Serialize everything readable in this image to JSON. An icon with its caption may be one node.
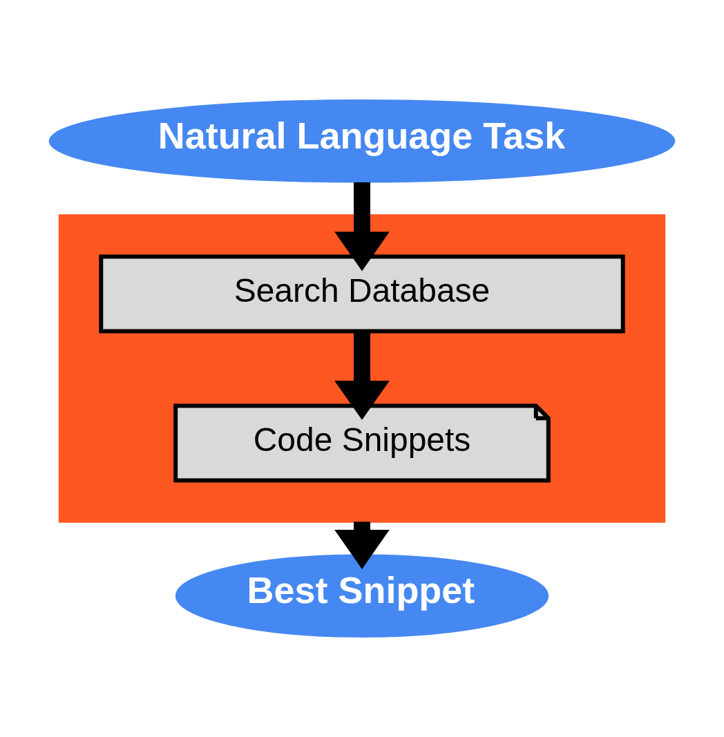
{
  "diagram": {
    "nodes": [
      {
        "text": [
          "Natural Language Task"
        ]
      },
      {
        "text": [],
        "shape": "box"
      },
      {
        "text": [
          "Search Database"
        ],
        "in": 1
      },
      {
        "text": [
          "Code Snippets"
        ],
        "in": 1
      },
      {
        "text": [
          "Best Snippet"
        ]
      }
    ],
    "edges": [
      {
        "from": 0,
        "to": 2,
        "arrow": "to"
      },
      {
        "from": 2,
        "to": 3,
        "arrow": "to"
      },
      {
        "from": 1,
        "to": 4,
        "arrow": "to"
      }
    ]
  }
}
